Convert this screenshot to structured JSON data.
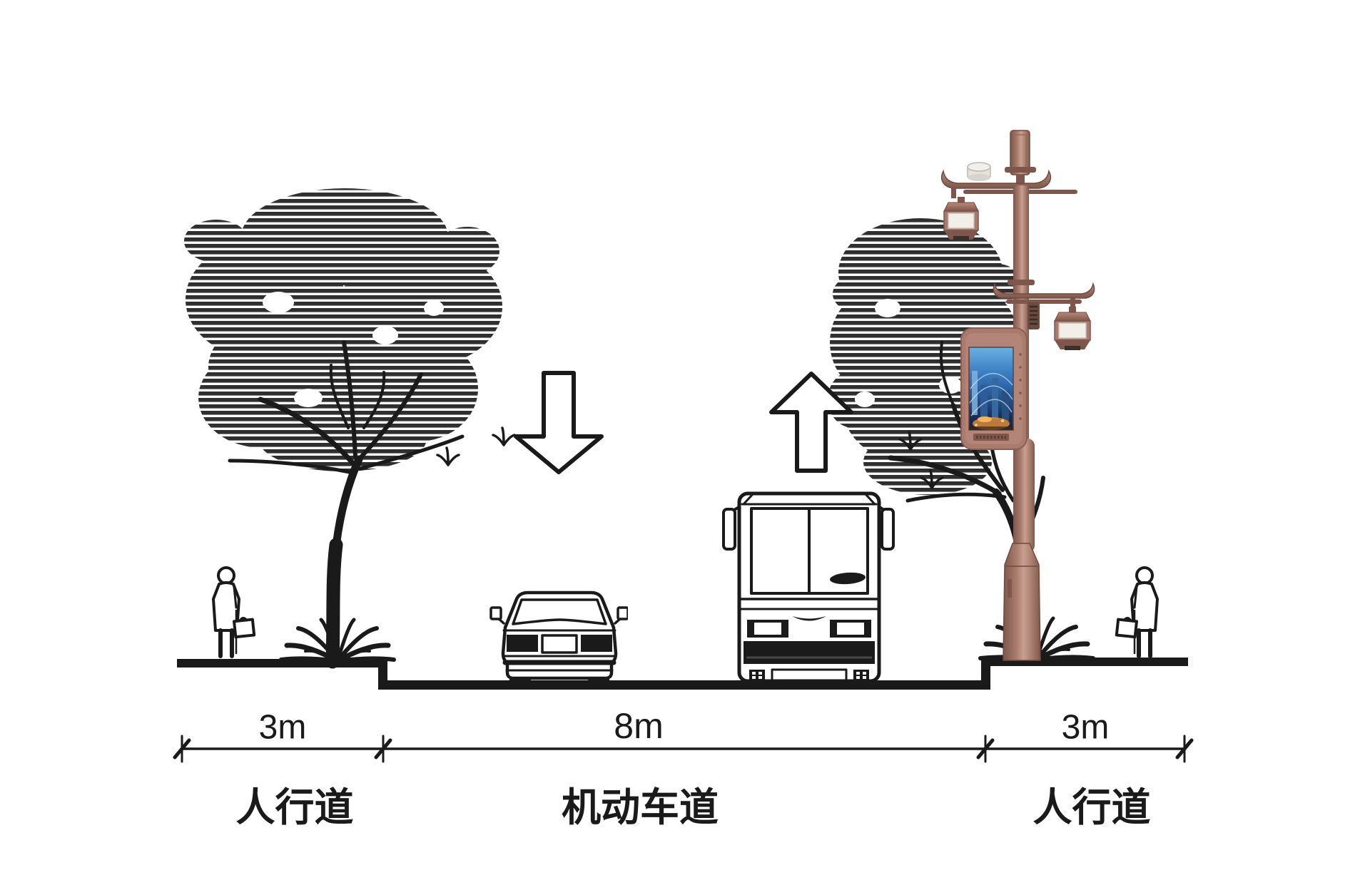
{
  "diagram": {
    "type": "road-cross-section",
    "dimensions": {
      "left": "3m",
      "center": "8m",
      "right": "3m"
    },
    "zones": {
      "left": "人行道",
      "center": "机动车道",
      "right": "人行道"
    },
    "traffic": {
      "near_lane_direction": "down",
      "far_lane_direction": "up"
    },
    "colors": {
      "ink": "#1a1a1a",
      "foliage": "#2f2f2f",
      "pole": "#a87b6e",
      "pole_dark": "#7e564b",
      "pole_light": "#c9a08f",
      "lantern_face": "#f2efe9",
      "screen_sky_top": "#6db0e0",
      "screen_sky_deep": "#15213f",
      "screen_glow": "#e09a45"
    },
    "icons": {
      "tree": "tree-icon",
      "shrub": "shrub-icon",
      "grass_tuft": "grass-tuft-icon",
      "pedestrian": "pedestrian-icon",
      "car": "car-icon",
      "bus": "bus-icon",
      "down_arrow": "down-arrow-icon",
      "up_arrow": "up-arrow-icon",
      "smart_lamp_post": "smart-lamp-post-icon",
      "antenna": "antenna-icon",
      "weather_sensor": "sensor-icon",
      "lantern": "lantern-icon",
      "speaker": "speaker-grille-icon",
      "display_screen": "lamp-screen-icon"
    }
  }
}
